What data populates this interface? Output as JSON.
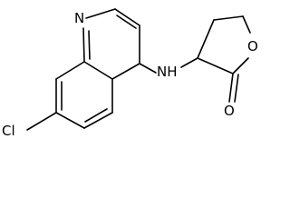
{
  "molecule": {
    "atoms": {
      "chlorine": "Cl",
      "ring_nitrogen": "N",
      "amine": "NH",
      "ring_oxygen": "O",
      "carbonyl_oxygen": "O"
    },
    "colors": {
      "bond": "#000000",
      "label": "#000000",
      "background": "#ffffff"
    }
  }
}
